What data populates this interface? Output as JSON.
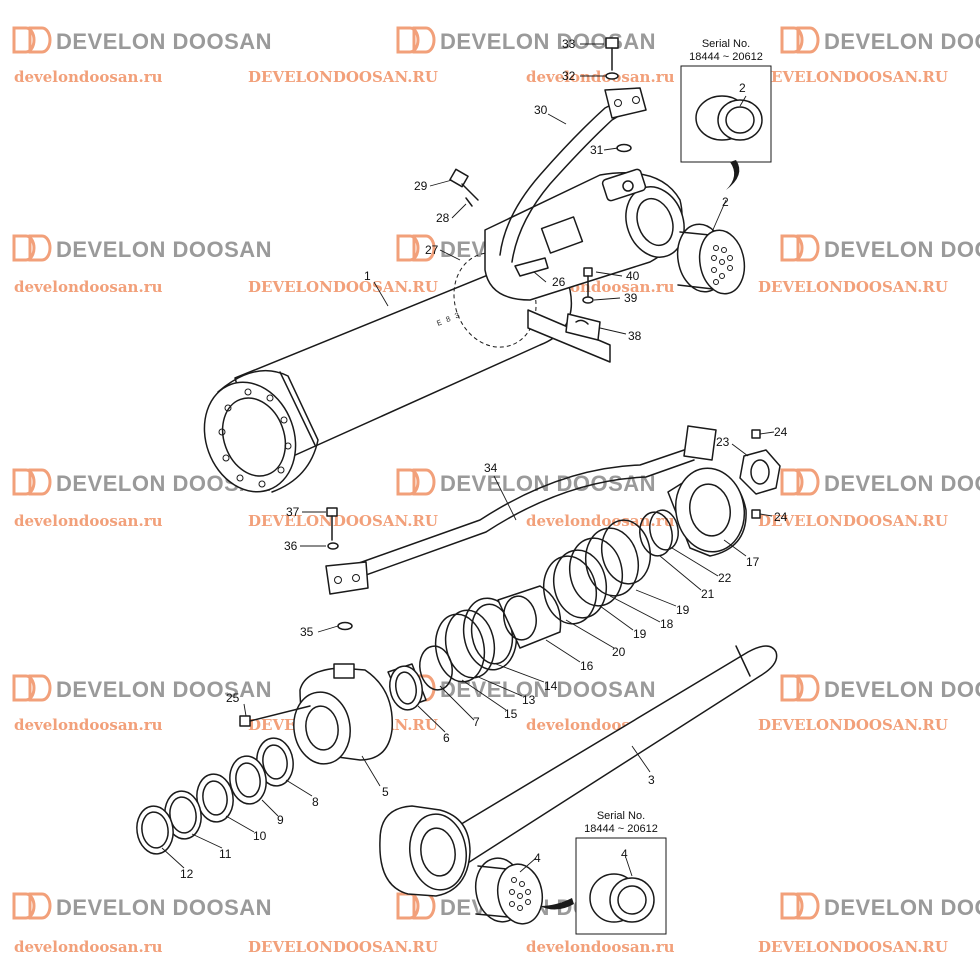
{
  "watermark": {
    "brand": "DEVELON DOOSAN",
    "url_lower": "develondoosan.ru",
    "url_upper": "DEVELONDOOSAN.RU"
  },
  "serial_boxes": [
    {
      "title": "Serial No.",
      "range": "18444 ~ 20612",
      "part": "2"
    },
    {
      "title": "Serial No.",
      "range": "18444 ~ 20612",
      "part": "4"
    }
  ],
  "callouts": {
    "p1": "1",
    "p2": "2",
    "p3": "3",
    "p4": "4",
    "p5": "5",
    "p6": "6",
    "p7": "7",
    "p8": "8",
    "p9": "9",
    "p10": "10",
    "p11": "11",
    "p12": "12",
    "p13": "13",
    "p14": "14",
    "p15": "15",
    "p16": "16",
    "p17": "17",
    "p18": "18",
    "p19a": "19",
    "p19b": "19",
    "p20": "20",
    "p21": "21",
    "p22": "22",
    "p23": "23",
    "p24a": "24",
    "p24b": "24",
    "p25": "25",
    "p26": "26",
    "p27": "27",
    "p28": "28",
    "p29": "29",
    "p30": "30",
    "p31": "31",
    "p32": "32",
    "p33": "33",
    "p34": "34",
    "p35": "35",
    "p36": "36",
    "p37": "37",
    "p38": "38",
    "p39": "39",
    "p40": "40",
    "p2box": "2",
    "p4box": "4"
  }
}
